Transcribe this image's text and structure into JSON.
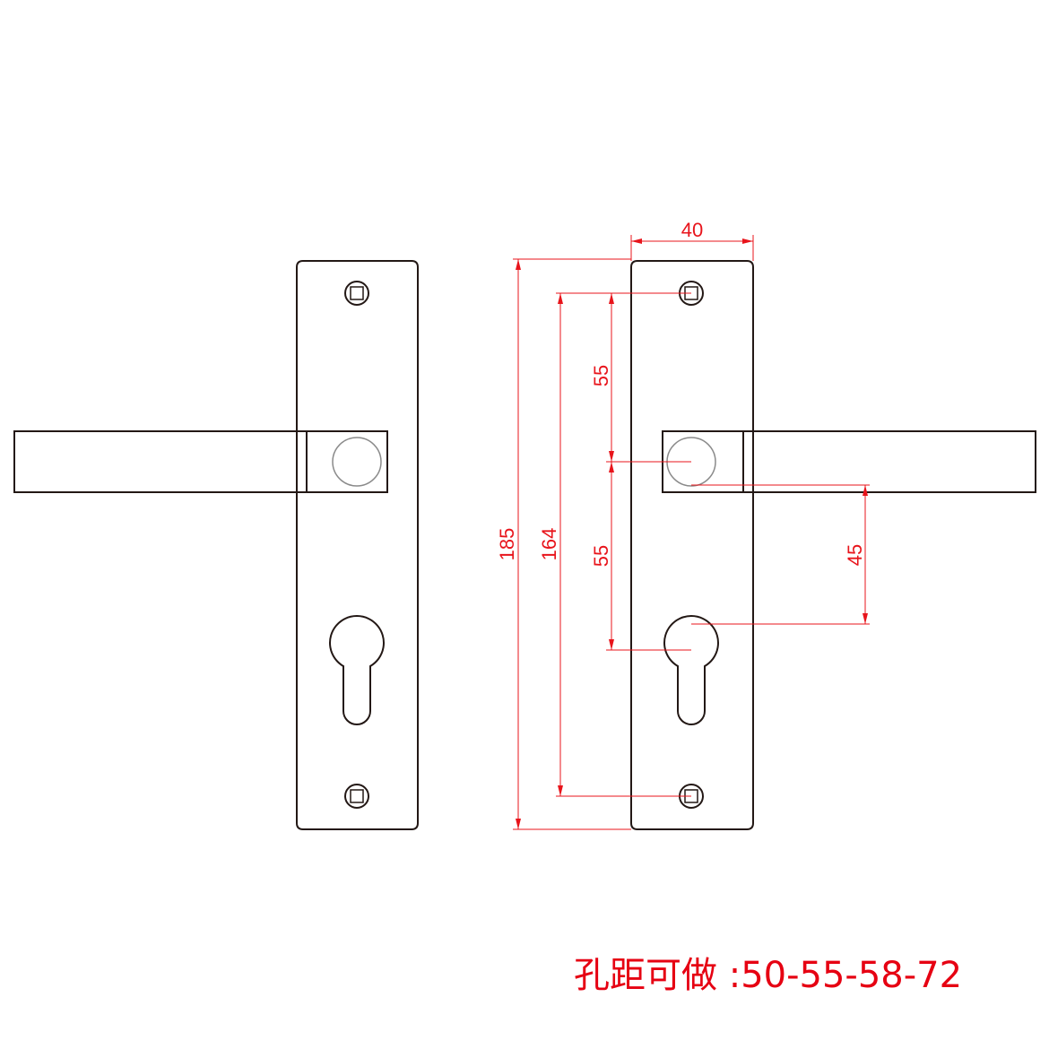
{
  "dimensions": {
    "plate_width": "40",
    "plate_height": "185",
    "screw_spacing": "164",
    "upper_spacing": "55",
    "lower_spacing": "55",
    "handle_offset": "45"
  },
  "note": "孔距可做 :50-55-58-72",
  "colors": {
    "line": "#231815",
    "dimension": "#e8141b",
    "note": "#e60012"
  }
}
